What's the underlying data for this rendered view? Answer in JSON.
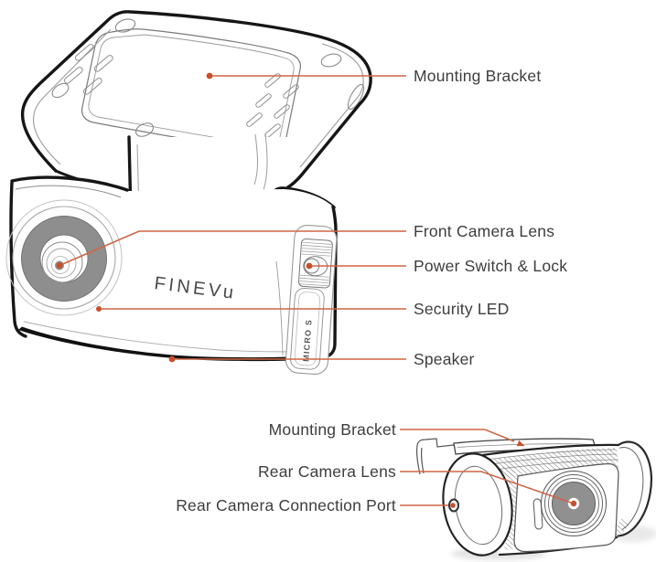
{
  "diagram": {
    "type": "device-callout-diagram",
    "device": "dashcam front and rear units",
    "front_unit": {
      "logo_text": "FINEVu",
      "sd_slot_text": "MICRO S",
      "callouts": [
        "Mounting Bracket",
        "Front Camera Lens",
        "Power Switch & Lock",
        "Security LED",
        "Speaker"
      ]
    },
    "rear_unit": {
      "callouts": [
        "Mounting Bracket",
        "Rear Camera Lens",
        "Rear Camera Connection Port"
      ]
    },
    "colors": {
      "leader_line": "#cf6547",
      "leader_dot": "#c94f2a",
      "label_text": "#3e3e3e",
      "line_art": "#1c1c1c",
      "gray_fill": "#8e8e8e",
      "background": "#ffffff"
    }
  }
}
